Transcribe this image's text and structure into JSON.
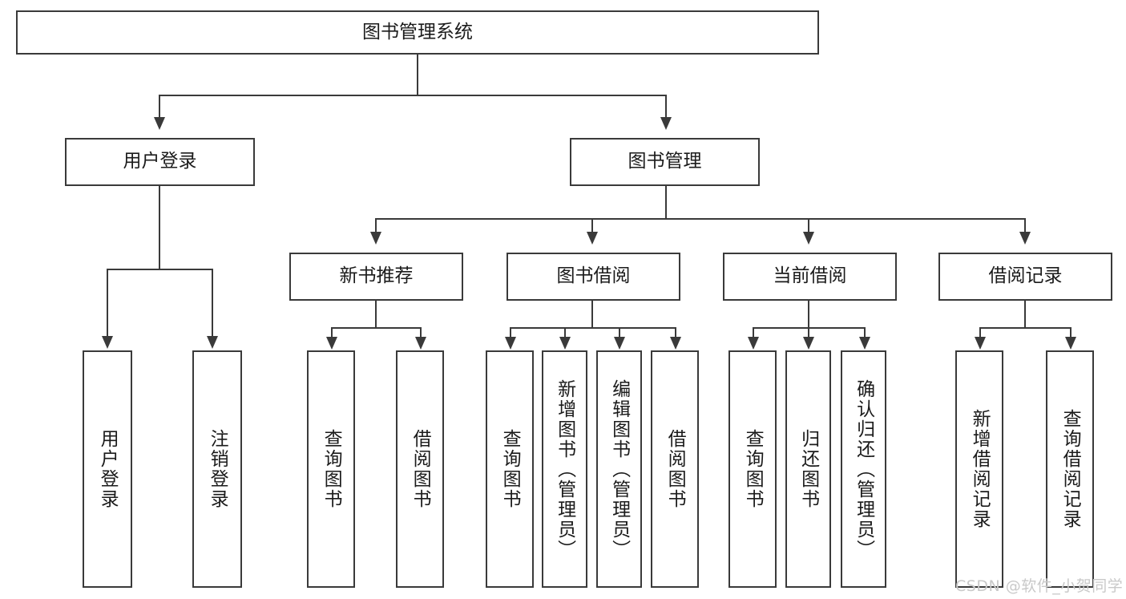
{
  "diagram": {
    "title": "图书管理系统",
    "type": "hierarchy-tree",
    "root": {
      "label": "图书管理系统"
    },
    "level2": [
      {
        "label": "用户登录"
      },
      {
        "label": "图书管理"
      }
    ],
    "level3": [
      {
        "label": "新书推荐"
      },
      {
        "label": "图书借阅"
      },
      {
        "label": "当前借阅"
      },
      {
        "label": "借阅记录"
      }
    ],
    "leaves": {
      "user_login": [
        {
          "label": "用户登录"
        },
        {
          "label": "注销登录"
        }
      ],
      "new_book_recommend": [
        {
          "label": "查询图书"
        },
        {
          "label": "借阅图书"
        }
      ],
      "book_borrow": [
        {
          "label": "查询图书"
        },
        {
          "label": "新增图书（管理员）"
        },
        {
          "label": "编辑图书（管理员）"
        },
        {
          "label": "借阅图书"
        }
      ],
      "current_borrow": [
        {
          "label": "查询图书"
        },
        {
          "label": "归还图书"
        },
        {
          "label": "确认归还（管理员）"
        }
      ],
      "borrow_record": [
        {
          "label": "新增借阅记录"
        },
        {
          "label": "查询借阅记录"
        }
      ]
    },
    "colors": {
      "stroke": "#3a3a3a",
      "fill": "#ffffff",
      "text": "#1b1b1b",
      "watermark": "#c9c9c9"
    }
  },
  "watermark": {
    "text": "CSDN @软件_小贺同学"
  }
}
